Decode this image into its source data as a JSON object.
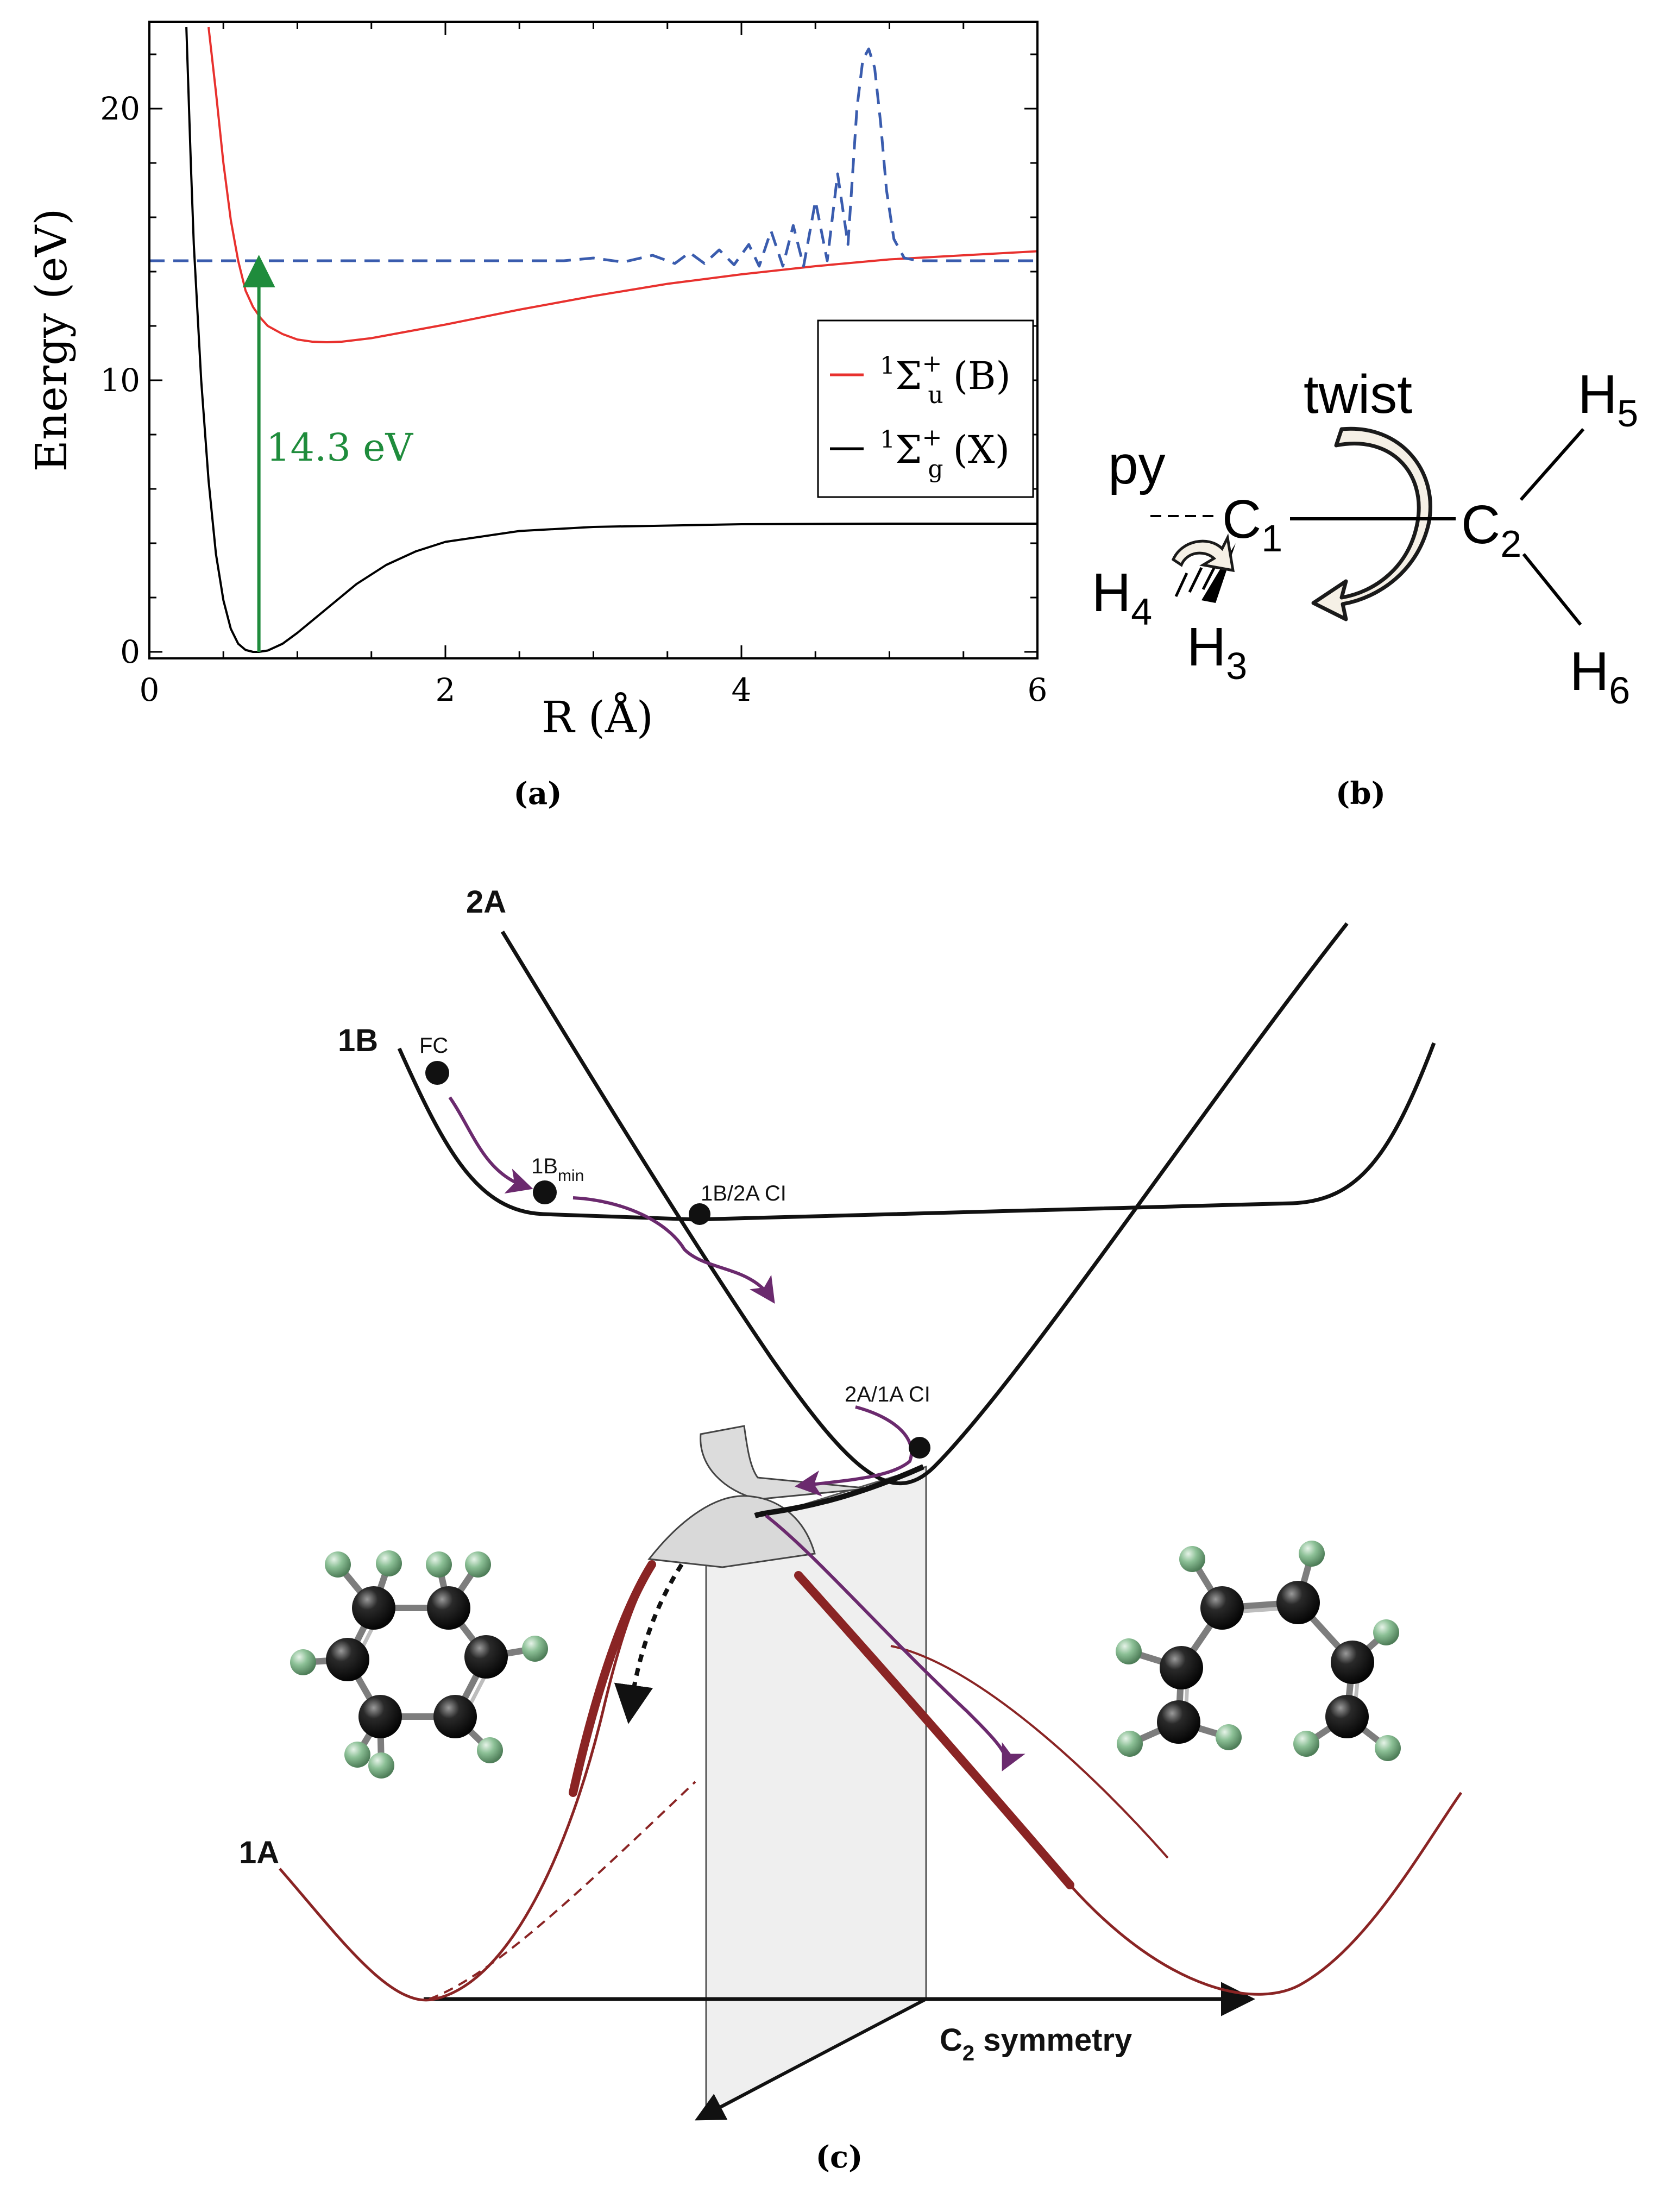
{
  "panel_a": {
    "caption": "(a)",
    "annotation": "14.3 eV",
    "legend": [
      {
        "prefix": "1",
        "sym": "Σ",
        "sub": "u",
        "sup": "+",
        "tag": "(B)",
        "color": "#e8312e"
      },
      {
        "prefix": "1",
        "sym": "Σ",
        "sub": "g",
        "sup": "+",
        "tag": "(X)",
        "color": "#000000"
      }
    ],
    "chart_data": {
      "type": "line",
      "xlabel": "R (Å)",
      "ylabel": "Energy (eV)",
      "xlim": [
        0,
        6
      ],
      "ylim": [
        0,
        23
      ],
      "xticks": [
        "0",
        "2",
        "4",
        "6"
      ],
      "yticks": [
        "0",
        "10",
        "20"
      ],
      "series": [
        {
          "name": "1Σu+ (B)",
          "color": "#e8312e",
          "x": [
            0.4,
            0.45,
            0.5,
            0.55,
            0.6,
            0.65,
            0.7,
            0.75,
            0.8,
            0.9,
            1.0,
            1.1,
            1.2,
            1.3,
            1.5,
            1.8,
            2.0,
            2.5,
            3.0,
            3.5,
            4.0,
            4.5,
            5.0,
            5.5,
            6.0
          ],
          "y": [
            23.0,
            20.6,
            18.0,
            15.9,
            14.4,
            13.3,
            12.7,
            12.3,
            12.0,
            11.7,
            11.5,
            11.42,
            11.4,
            11.42,
            11.55,
            11.85,
            12.05,
            12.6,
            13.1,
            13.55,
            13.9,
            14.2,
            14.45,
            14.6,
            14.75
          ]
        },
        {
          "name": "1Σg+ (X)",
          "color": "#000000",
          "x": [
            0.25,
            0.28,
            0.3,
            0.35,
            0.4,
            0.45,
            0.5,
            0.55,
            0.6,
            0.65,
            0.7,
            0.74,
            0.8,
            0.9,
            1.0,
            1.2,
            1.4,
            1.6,
            1.8,
            2.0,
            2.5,
            3.0,
            4.0,
            5.0,
            6.0
          ],
          "y": [
            23.0,
            18.0,
            15.0,
            10.0,
            6.3,
            3.6,
            1.9,
            0.85,
            0.3,
            0.07,
            0.0,
            0.0,
            0.05,
            0.3,
            0.7,
            1.6,
            2.5,
            3.2,
            3.7,
            4.05,
            4.45,
            4.6,
            4.7,
            4.72,
            4.72
          ]
        },
        {
          "name": "",
          "color": "#3a5cae",
          "style": "dashed",
          "x": [
            0.0,
            2.8,
            3.0,
            3.2,
            3.4,
            3.55,
            3.65,
            3.75,
            3.85,
            3.95,
            4.05,
            4.12,
            4.2,
            4.28,
            4.35,
            4.42,
            4.5,
            4.58,
            4.65,
            4.72,
            4.78,
            4.82,
            4.86,
            4.9,
            4.94,
            4.98,
            5.03,
            5.1,
            5.2,
            5.35,
            5.5,
            6.0
          ],
          "y": [
            14.4,
            14.4,
            14.5,
            14.35,
            14.6,
            14.3,
            14.7,
            14.3,
            14.8,
            14.25,
            15.0,
            14.2,
            15.5,
            14.2,
            15.7,
            14.2,
            16.6,
            14.4,
            17.6,
            15.0,
            20.0,
            21.8,
            22.2,
            21.5,
            19.5,
            17.0,
            15.2,
            14.5,
            14.4,
            14.4,
            14.4,
            14.4
          ]
        }
      ],
      "arrow": {
        "x": 0.74,
        "y_from": 0.0,
        "y_to": 14.3,
        "color": "#1f8c3c",
        "label": "14.3 eV"
      }
    }
  },
  "panel_b": {
    "caption": "(b)",
    "twist_label": "twist",
    "py_label": "py",
    "atoms": [
      {
        "sym": "C",
        "sub": "1"
      },
      {
        "sym": "C",
        "sub": "2"
      },
      {
        "sym": "H",
        "sub": "3"
      },
      {
        "sym": "H",
        "sub": "4"
      },
      {
        "sym": "H",
        "sub": "5"
      },
      {
        "sym": "H",
        "sub": "6"
      }
    ]
  },
  "panel_c": {
    "caption": "(c)",
    "states": {
      "s2A": "2A",
      "s1B": "1B",
      "s1A": "1A"
    },
    "points": {
      "fc": "FC",
      "min_main": "1B",
      "min_sub": "min",
      "ci_1": "1B/2A CI",
      "ci_2": "2A/1A CI"
    },
    "axis_label_main": "C",
    "axis_label_sub": "2",
    "axis_label_rest": " symmetry",
    "colors": {
      "path": "#6b2a6e",
      "ground": "#8a2424",
      "surface": "#ececec",
      "atom_c": "#161616",
      "atom_h": "#7fb58a"
    }
  }
}
